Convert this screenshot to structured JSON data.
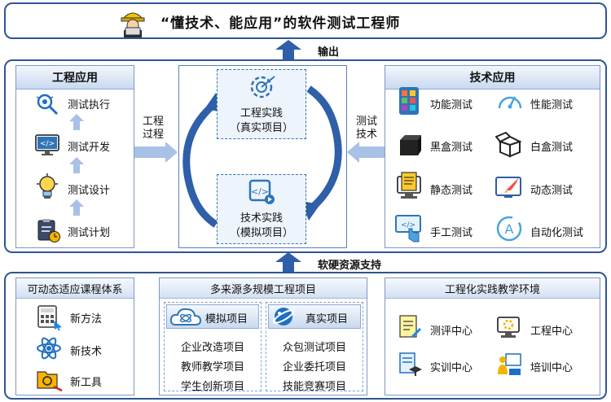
{
  "top_title": "“懂技术、能应用”的软件测试工程师",
  "output_label": "输出",
  "support_label": "软硬资源支持",
  "left_panel": {
    "title": "工程应用",
    "items": [
      "测试执行",
      "测试开发",
      "测试设计",
      "测试计划"
    ]
  },
  "left_arrow_label": [
    "工程",
    "过程"
  ],
  "right_arrow_label": [
    "测试",
    "技术"
  ],
  "center": {
    "top_box": [
      "工程实践",
      "（真实项目）"
    ],
    "bottom_box": [
      "技术实践",
      "（模拟项目）"
    ]
  },
  "right_panel": {
    "title": "技术应用",
    "items": [
      "功能测试",
      "性能测试",
      "黑盒测试",
      "白盒测试",
      "静态测试",
      "动态测试",
      "手工测试",
      "自动化测试"
    ]
  },
  "bottom_left": {
    "title": "可动态适应课程体系",
    "items": [
      "新方法",
      "新技术",
      "新工具"
    ]
  },
  "bottom_middle": {
    "title": "多来源多规模工程项目",
    "sim_title": "模拟项目",
    "real_title": "真实项目",
    "sim_items": [
      "企业改造项目",
      "教师教学项目",
      "学生创新项目"
    ],
    "real_items": [
      "众包测试项目",
      "企业委托项目",
      "技能竞赛项目"
    ]
  },
  "bottom_right": {
    "title": "工程化实践教学环境",
    "items": [
      "测评中心",
      "工程中心",
      "实训中心",
      "培训中心"
    ]
  },
  "colors": {
    "border": "#2f5597",
    "arrow": "#2e5fa8",
    "light_arrow": "#a8c1e6"
  }
}
